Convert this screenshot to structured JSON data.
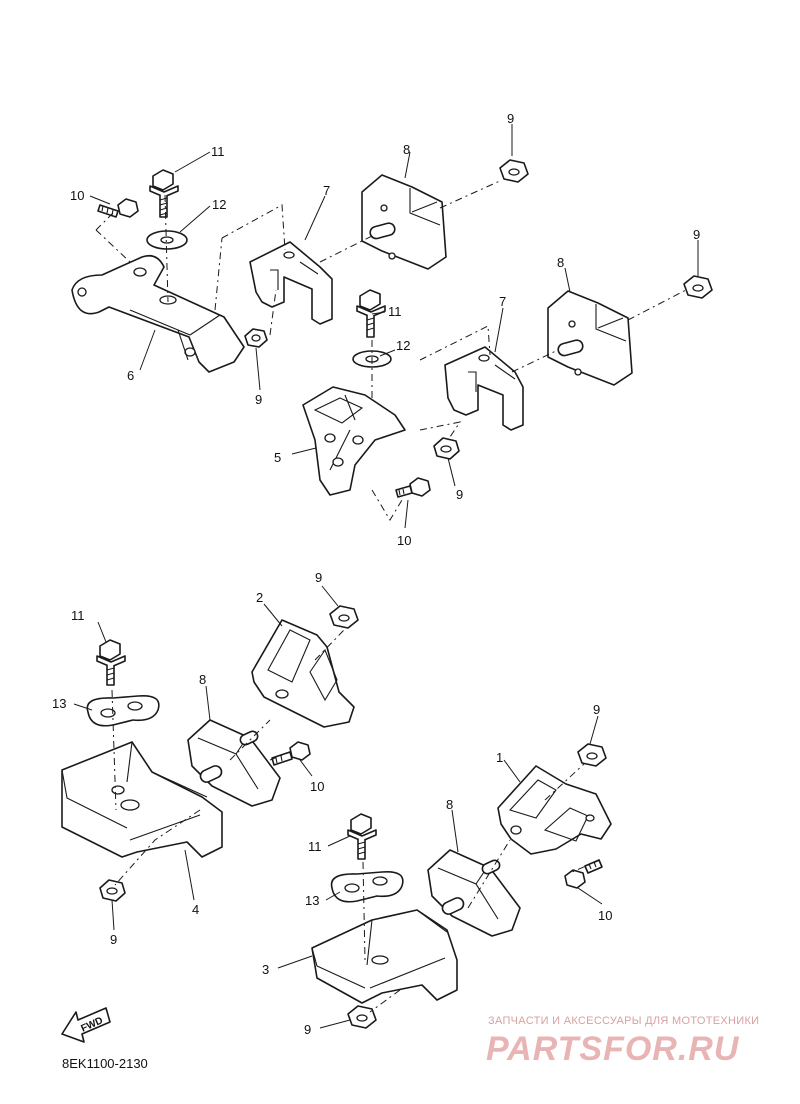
{
  "diagram": {
    "drawing_code": "8EK1100-2130",
    "fwd_label": "FWD",
    "watermark": {
      "tagline": "ЗАПЧАСТИ И АКСЕССУАРЫ ДЛЯ МОТОТЕХНИКИ",
      "brand": "PARTSFOR.RU"
    },
    "callouts": [
      {
        "id": "c-11a",
        "label": "11"
      },
      {
        "id": "c-10a",
        "label": "10"
      },
      {
        "id": "c-12a",
        "label": "12"
      },
      {
        "id": "c-8a",
        "label": "8"
      },
      {
        "id": "c-9a",
        "label": "9"
      },
      {
        "id": "c-7a",
        "label": "7"
      },
      {
        "id": "c-6",
        "label": "6"
      },
      {
        "id": "c-9b",
        "label": "9"
      },
      {
        "id": "c-11b",
        "label": "11"
      },
      {
        "id": "c-12b",
        "label": "12"
      },
      {
        "id": "c-8b",
        "label": "8"
      },
      {
        "id": "c-9c",
        "label": "9"
      },
      {
        "id": "c-7b",
        "label": "7"
      },
      {
        "id": "c-5",
        "label": "5"
      },
      {
        "id": "c-9d",
        "label": "9"
      },
      {
        "id": "c-10b",
        "label": "10"
      },
      {
        "id": "c-9e",
        "label": "9"
      },
      {
        "id": "c-2",
        "label": "2"
      },
      {
        "id": "c-11c",
        "label": "11"
      },
      {
        "id": "c-13a",
        "label": "13"
      },
      {
        "id": "c-8c",
        "label": "8"
      },
      {
        "id": "c-10c",
        "label": "10"
      },
      {
        "id": "c-9f",
        "label": "9"
      },
      {
        "id": "c-1",
        "label": "1"
      },
      {
        "id": "c-4",
        "label": "4"
      },
      {
        "id": "c-9g",
        "label": "9"
      },
      {
        "id": "c-8d",
        "label": "8"
      },
      {
        "id": "c-11d",
        "label": "11"
      },
      {
        "id": "c-10d",
        "label": "10"
      },
      {
        "id": "c-13b",
        "label": "13"
      },
      {
        "id": "c-3",
        "label": "3"
      },
      {
        "id": "c-9h",
        "label": "9"
      }
    ]
  }
}
